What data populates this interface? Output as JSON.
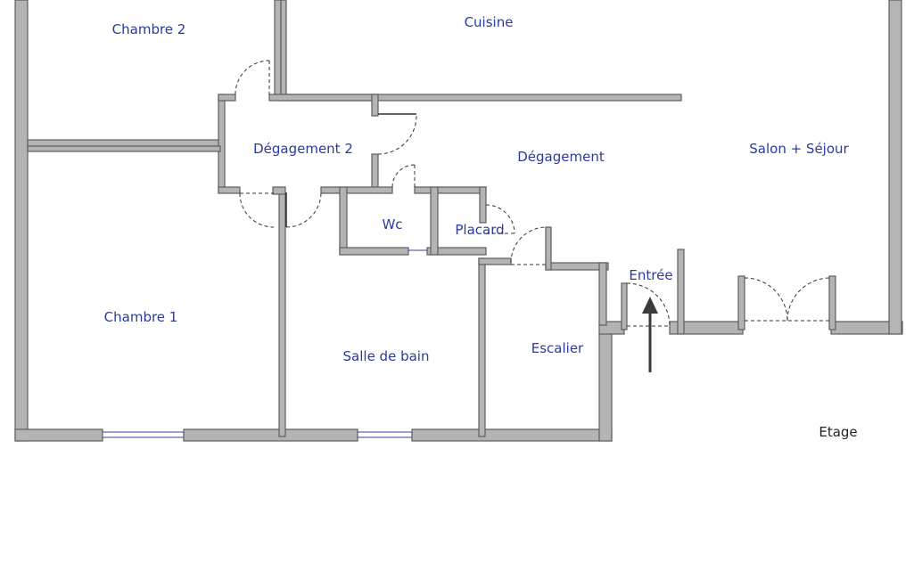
{
  "plan": {
    "level": "Etage",
    "rooms": [
      {
        "id": "chambre-2",
        "label": "Chambre 2"
      },
      {
        "id": "cuisine",
        "label": "Cuisine"
      },
      {
        "id": "degagement-2",
        "label": "Dégagement 2"
      },
      {
        "id": "degagement",
        "label": "Dégagement"
      },
      {
        "id": "salon-sejour",
        "label": "Salon + Séjour"
      },
      {
        "id": "wc",
        "label": "Wc"
      },
      {
        "id": "placard",
        "label": "Placard"
      },
      {
        "id": "entree",
        "label": "Entrée"
      },
      {
        "id": "chambre-1",
        "label": "Chambre 1"
      },
      {
        "id": "salle-de-bain",
        "label": "Salle de bain"
      },
      {
        "id": "escalier",
        "label": "Escalier"
      }
    ]
  },
  "colors": {
    "wall": "#b4b4b4",
    "label": "#2b3a9e",
    "window": "#3a3f9c"
  }
}
